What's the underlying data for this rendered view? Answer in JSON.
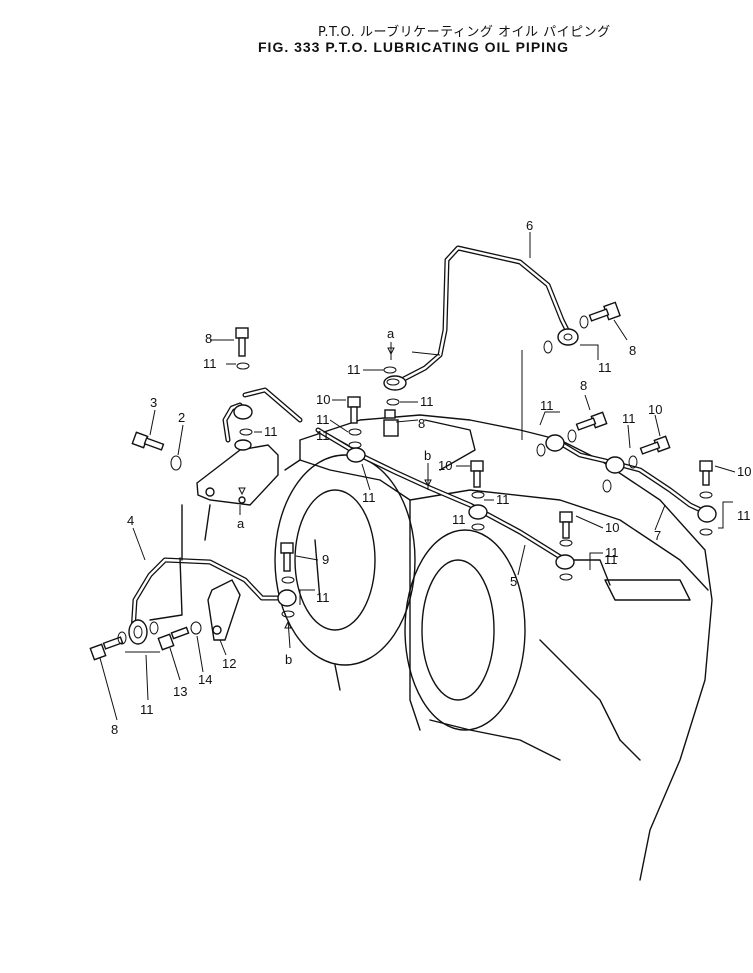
{
  "title": {
    "japanese": "P.T.O. ルーブリケーティング オイル パイピング",
    "english": "FIG. 333  P.T.O. LUBRICATING OIL PIPING"
  },
  "callouts": [
    {
      "id": "c6",
      "label": "6"
    },
    {
      "id": "c8a",
      "label": "8"
    },
    {
      "id": "c11a",
      "label": "11"
    },
    {
      "id": "c8b",
      "label": "8"
    },
    {
      "id": "ca1",
      "label": "a"
    },
    {
      "id": "c11b",
      "label": "11"
    },
    {
      "id": "c11c",
      "label": "11"
    },
    {
      "id": "c11d",
      "label": "11"
    },
    {
      "id": "c8c",
      "label": "8"
    },
    {
      "id": "c11e",
      "label": "11"
    },
    {
      "id": "c10a",
      "label": "10"
    },
    {
      "id": "c11f",
      "label": "11"
    },
    {
      "id": "c11g",
      "label": "11"
    },
    {
      "id": "c8d",
      "label": "8"
    },
    {
      "id": "c3",
      "label": "3"
    },
    {
      "id": "c2",
      "label": "2"
    },
    {
      "id": "c11h",
      "label": "11"
    },
    {
      "id": "c11i",
      "label": "11"
    },
    {
      "id": "cb1",
      "label": "b"
    },
    {
      "id": "c10b",
      "label": "10"
    },
    {
      "id": "c11j",
      "label": "11"
    },
    {
      "id": "c10c",
      "label": "10"
    },
    {
      "id": "c11k",
      "label": "11"
    },
    {
      "id": "c10d",
      "label": "10"
    },
    {
      "id": "c11l",
      "label": "11"
    },
    {
      "id": "c7",
      "label": "7"
    },
    {
      "id": "c11m",
      "label": "11"
    },
    {
      "id": "ca2",
      "label": "a"
    },
    {
      "id": "c4",
      "label": "4"
    },
    {
      "id": "c9",
      "label": "9"
    },
    {
      "id": "c11n",
      "label": "11"
    },
    {
      "id": "c10e",
      "label": "10"
    },
    {
      "id": "c11o",
      "label": "11"
    },
    {
      "id": "c5",
      "label": "5"
    },
    {
      "id": "cb2",
      "label": "b"
    },
    {
      "id": "c12",
      "label": "12"
    },
    {
      "id": "c14",
      "label": "14"
    },
    {
      "id": "c13",
      "label": "13"
    },
    {
      "id": "c11p",
      "label": "11"
    },
    {
      "id": "c8e",
      "label": "8"
    },
    {
      "id": "c11q",
      "label": "11"
    }
  ]
}
